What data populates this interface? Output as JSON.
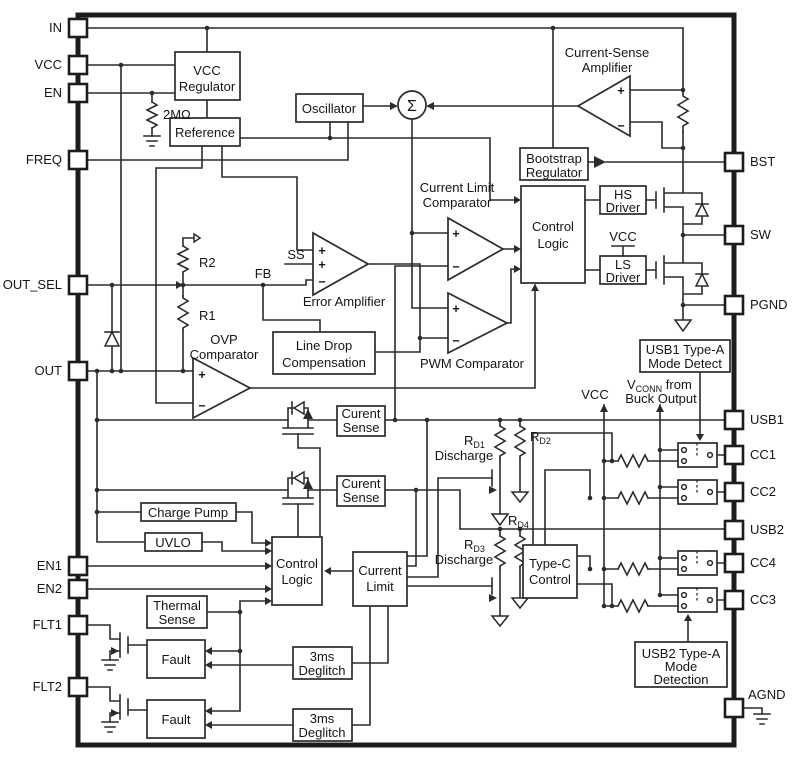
{
  "colors": {
    "wire": "#2b2b2b",
    "text": "#151515",
    "background": "#ffffff"
  },
  "pins": {
    "left": [
      "IN",
      "VCC",
      "EN",
      "FREQ",
      "OUT_SEL",
      "OUT",
      "EN1",
      "EN2",
      "FLT1",
      "FLT2"
    ],
    "right": [
      "BST",
      "SW",
      "PGND",
      "USB1",
      "CC1",
      "CC2",
      "USB2",
      "CC4",
      "CC3",
      "AGND"
    ]
  },
  "blocks": {
    "vcc_regulator": {
      "l1": "VCC",
      "l2": "Regulator"
    },
    "reference": {
      "l1": "Reference"
    },
    "oscillator": {
      "l1": "Oscillator"
    },
    "summer": {
      "l1": "Σ"
    },
    "current_sense_amplifier": {
      "l1": "Current-Sense",
      "l2": "Amplifier"
    },
    "bootstrap_regulator": {
      "l1": "Bootstrap",
      "l2": "Regulator"
    },
    "hs_driver": {
      "l1": "HS",
      "l2": "Driver"
    },
    "ls_driver": {
      "l1": "LS",
      "l2": "Driver"
    },
    "control_logic_top": {
      "l1": "Control",
      "l2": "Logic"
    },
    "current_limit_comparator": {
      "l1": "Current Limit",
      "l2": "Comparator"
    },
    "pwm_comparator": {
      "l1": "PWM Comparator"
    },
    "error_amplifier": {
      "l1": "Error Amplifier"
    },
    "ovp_comparator": {
      "l1": "OVP",
      "l2": "Comparator"
    },
    "line_drop_compensation": {
      "l1": "Line Drop",
      "l2": "Compensation"
    },
    "curent_sense_1": {
      "l1": "Curent",
      "l2": "Sense"
    },
    "curent_sense_2": {
      "l1": "Curent",
      "l2": "Sense"
    },
    "charge_pump": {
      "l1": "Charge Pump"
    },
    "uvlo": {
      "l1": "UVLO"
    },
    "control_logic_bottom": {
      "l1": "Control",
      "l2": "Logic"
    },
    "current_limit": {
      "l1": "Current",
      "l2": "Limit"
    },
    "thermal_sense": {
      "l1": "Thermal",
      "l2": "Sense"
    },
    "fault_1": {
      "l1": "Fault"
    },
    "fault_2": {
      "l1": "Fault"
    },
    "deglitch_1": {
      "l1": "3ms",
      "l2": "Deglitch"
    },
    "deglitch_2": {
      "l1": "3ms",
      "l2": "Deglitch"
    },
    "type_c_control": {
      "l1": "Type-C",
      "l2": "Control"
    },
    "usb1_mode_detect": {
      "l1": "USB1 Type-A",
      "l2": "Mode Detect"
    },
    "usb2_mode_detect": {
      "l1": "USB2 Type-A",
      "l2": "Mode",
      "l3": "Detection"
    }
  },
  "net_labels": {
    "ss": "SS",
    "fb": "FB",
    "r1": "R1",
    "r2": "R2",
    "pullup": "2MΩ",
    "vcc_driver": "VCC",
    "vcc_rail": "VCC",
    "vconn_base": "V",
    "vconn_sub": "CONN",
    "vconn_rest": " from",
    "vconn_line2": "Buck Output",
    "rd_base": "R",
    "rd1_sub": "D1",
    "rd2_sub": "D2",
    "rd3_sub": "D3",
    "rd4_sub": "D4",
    "discharge_1": "Discharge",
    "discharge_2": "Discharge",
    "plus": "+",
    "minus": "−"
  }
}
